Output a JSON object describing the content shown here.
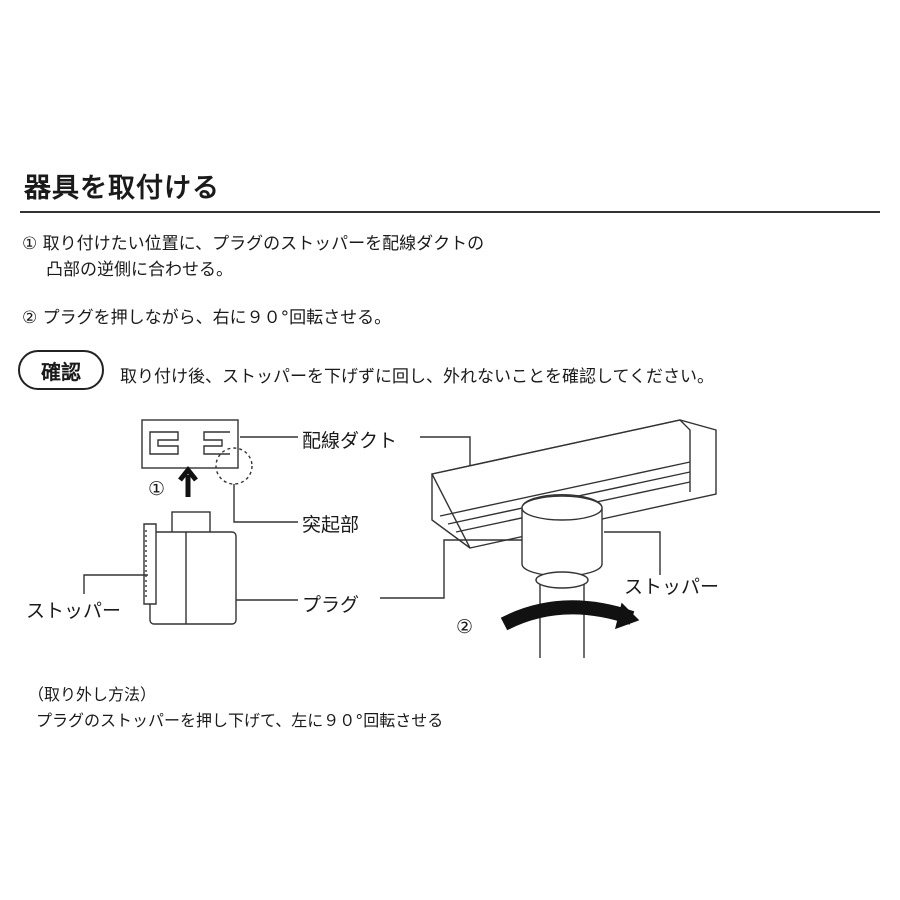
{
  "heading": "器具を取付ける",
  "steps": {
    "step1_line1": "① 取り付けたい位置に、プラグのストッパーを配線ダクトの",
    "step1_line2": "凸部の逆側に合わせる。",
    "step2": "② プラグを押しながら、右に９０°回転させる。"
  },
  "confirm": {
    "badge": "確認",
    "text": "取り付け後、ストッパーを下げずに回し、外れないことを確認してください。"
  },
  "diagram": {
    "step1_marker": "①",
    "step2_marker": "②",
    "label_duct": "配線ダクト",
    "label_protrusion": "突起部",
    "label_stopper_left": "ストッパー",
    "label_plug": "プラグ",
    "label_stopper_right": "ストッパー"
  },
  "removal": {
    "heading": "（取り外し方法）",
    "text": "プラグのストッパーを押し下げて、左に９０°回転させる"
  }
}
